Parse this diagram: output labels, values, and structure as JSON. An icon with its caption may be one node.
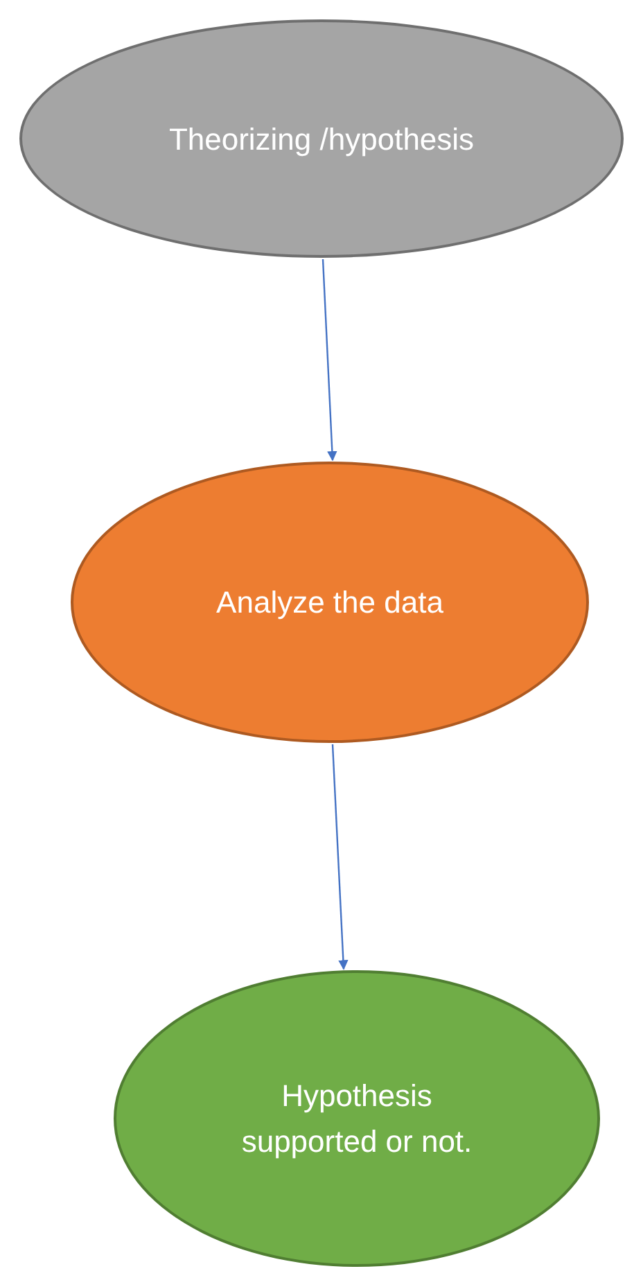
{
  "diagram": {
    "nodes": [
      {
        "text": [
          "Theorizing /hypothesis"
        ]
      },
      {
        "text": [
          "Analyze the data"
        ]
      },
      {
        "text": [
          "Hypothesis supported or not."
        ]
      }
    ],
    "edges": [
      {
        "from": 0,
        "to": 1,
        "arrow": "to"
      },
      {
        "from": 1,
        "to": 2,
        "arrow": "to"
      }
    ]
  }
}
